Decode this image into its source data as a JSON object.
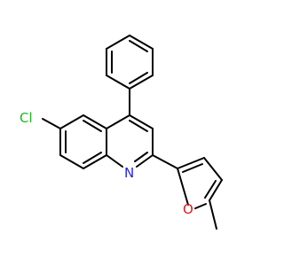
{
  "molecule": {
    "atoms": {
      "chlorine": "Cl",
      "nitrogen": "N",
      "oxygen": "O"
    },
    "colors": {
      "bond": "#000000",
      "chlorine": "#1fb51f",
      "nitrogen": "#2323e8",
      "oxygen": "#e21b1b"
    }
  }
}
